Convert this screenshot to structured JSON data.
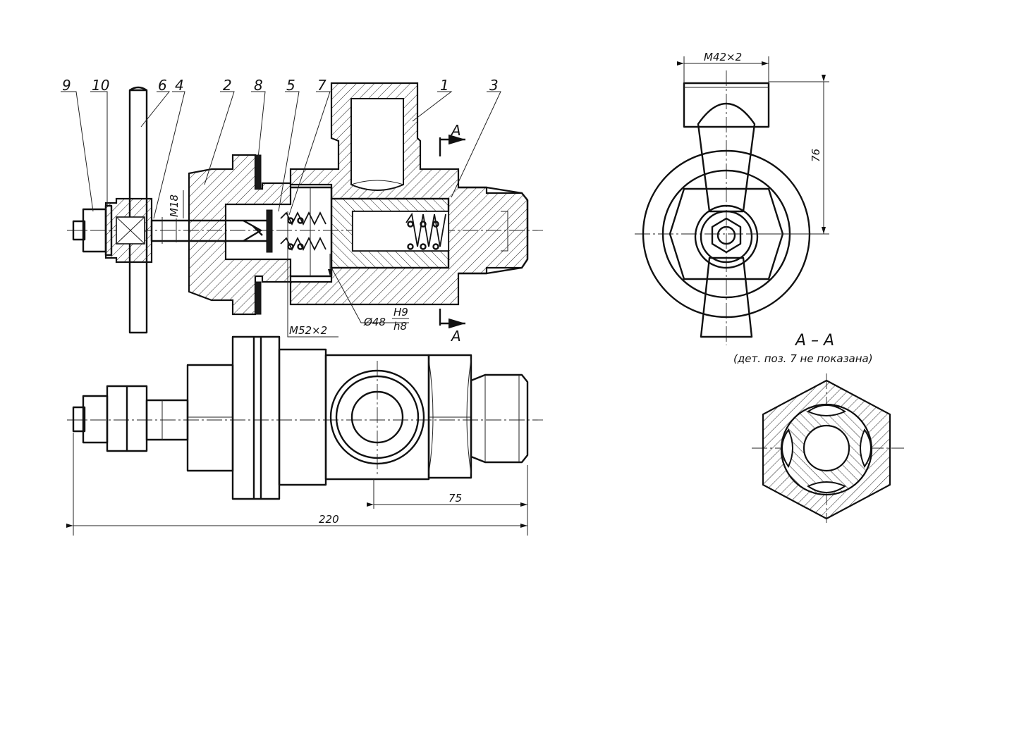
{
  "drawing": {
    "position_labels": [
      {
        "id": "p9",
        "text": "9"
      },
      {
        "id": "p10",
        "text": "10"
      },
      {
        "id": "p6",
        "text": "6"
      },
      {
        "id": "p4",
        "text": "4"
      },
      {
        "id": "p2",
        "text": "2"
      },
      {
        "id": "p8",
        "text": "8"
      },
      {
        "id": "p5",
        "text": "5"
      },
      {
        "id": "p7",
        "text": "7"
      },
      {
        "id": "p1",
        "text": "1"
      },
      {
        "id": "p3",
        "text": "3"
      }
    ],
    "dimensions": {
      "thread_m18": "M18",
      "thread_m52": "M52×2",
      "fit_diameter": "Ø48",
      "fit_hole": "H9",
      "fit_shaft": "h8",
      "thread_m42": "M42×2",
      "height_76": "76",
      "length_75": "75",
      "length_220": "220"
    },
    "section_marks": {
      "top": "A",
      "bottom": "A"
    },
    "section_view": {
      "title": "А – А",
      "note": "(дет. поз. 7 не показана)"
    }
  }
}
